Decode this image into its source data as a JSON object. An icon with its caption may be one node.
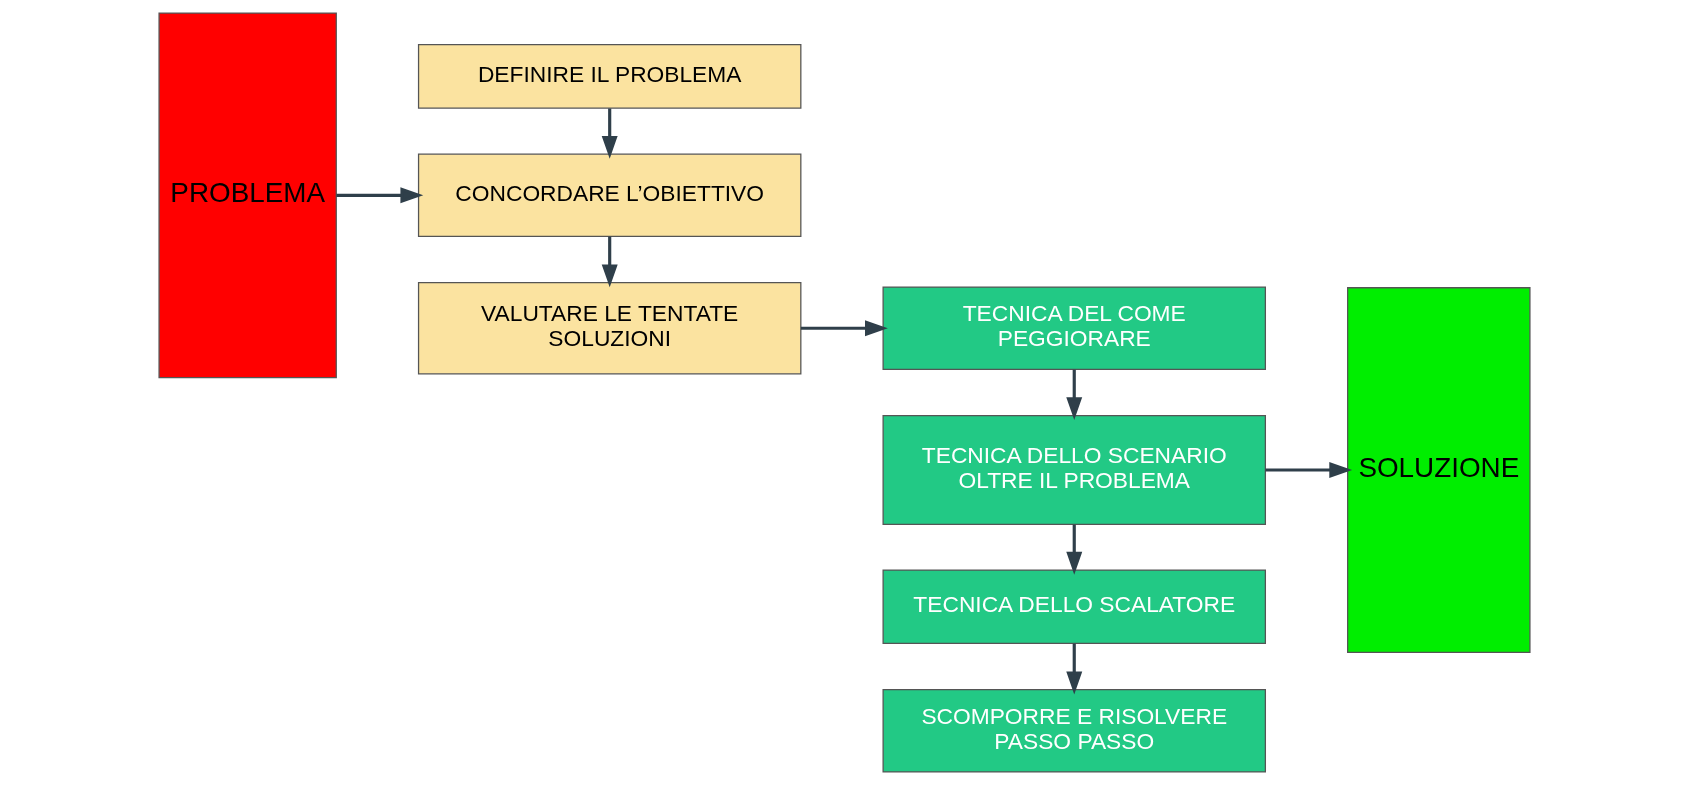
{
  "diagram": {
    "nodes": [
      {
        "text": [
          "PROBLEMA"
        ]
      },
      {
        "text": [
          "DEFINIRE IL PROBLEMA"
        ]
      },
      {
        "text": [
          "CONCORDARE L’OBIETTIVO"
        ]
      },
      {
        "text": [
          "VALUTARE LE TENTATE SOLUZIONI"
        ]
      },
      {
        "text": [
          "TECNICA DEL COME PEGGIORARE"
        ]
      },
      {
        "text": [
          "TECNICA DELLO SCENARIO OLTRE IL PROBLEMA"
        ]
      },
      {
        "text": [
          "TECNICA DELLO SCALATORE"
        ]
      },
      {
        "text": [
          "SCOMPORRE E RISOLVERE PASSO PASSO"
        ]
      },
      {
        "text": [
          "SOLUZIONE"
        ]
      }
    ],
    "edges": [
      {
        "from": 0,
        "to": 2,
        "arrow": "to"
      },
      {
        "from": 1,
        "to": 2,
        "arrow": "to"
      },
      {
        "from": 2,
        "to": 3,
        "arrow": "to"
      },
      {
        "from": 3,
        "to": 4,
        "arrow": "to"
      },
      {
        "from": 4,
        "to": 5,
        "arrow": "to"
      },
      {
        "from": 5,
        "to": 6,
        "arrow": "to"
      },
      {
        "from": 6,
        "to": 7,
        "arrow": "to"
      },
      {
        "from": 5,
        "to": 8,
        "arrow": "to"
      }
    ]
  }
}
